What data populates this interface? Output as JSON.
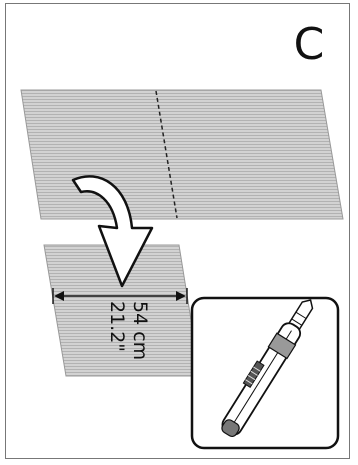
{
  "step": {
    "letter": "C"
  },
  "measurement": {
    "metric": "54 cm",
    "imperial": "21.2\""
  },
  "colors": {
    "fabric": "#cfcfcf",
    "fabric_stripe": "#b3b3b3",
    "outline": "#222222",
    "frame": "#777777",
    "arrow_fill": "#ffffff",
    "arrow_stroke": "#111111"
  },
  "icons": {
    "fold_arrow": "curved-arrow-down-icon",
    "tool": "utility-knife-icon"
  }
}
